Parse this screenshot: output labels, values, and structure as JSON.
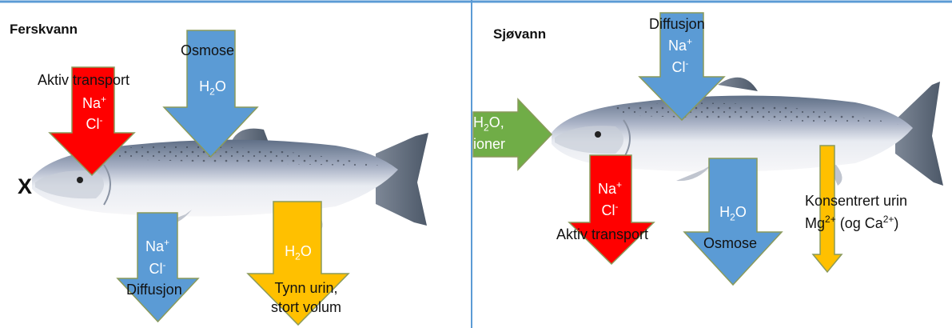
{
  "panels": {
    "freshwater": {
      "title": "Ferskvann",
      "active": {
        "label": "Aktiv transport",
        "ion1": "Na",
        "ion1_sup": "+",
        "ion2": "Cl",
        "ion2_sup": "-"
      },
      "osmosis": {
        "label": "Osmose",
        "h": "H",
        "sub": "2",
        "o": "O"
      },
      "diffusion": {
        "ion1": "Na",
        "ion1_sup": "+",
        "ion2": "Cl",
        "ion2_sup": "-",
        "label": "Diffusjon"
      },
      "urine": {
        "h": "H",
        "sub": "2",
        "o": "O",
        "line1": "Tynn urin,",
        "line2": "stort volum"
      },
      "mark": "X"
    },
    "seawater": {
      "title": "Sjøvann",
      "diffusion": {
        "label": "Diffusjon",
        "ion1": "Na",
        "ion1_sup": "+",
        "ion2": "Cl",
        "ion2_sup": "-"
      },
      "drink": {
        "h": "H",
        "sub": "2",
        "o": "O,",
        "line2": "ioner"
      },
      "active": {
        "ion1": "Na",
        "ion1_sup": "+",
        "ion2": "Cl",
        "ion2_sup": "-",
        "label": "Aktiv transport"
      },
      "osmosis": {
        "h": "H",
        "sub": "2",
        "o": "O",
        "label": "Osmose"
      },
      "urine": {
        "line1": "Konsentrert urin",
        "mg": "Mg",
        "mg_sup": "2+",
        "paren_open": " (og Ca",
        "ca_sup": "2+",
        "paren_close": ")"
      }
    }
  },
  "colors": {
    "red": "#ff0000",
    "blue": "#5b9bd5",
    "orange": "#ffc000",
    "green": "#70ad47",
    "divider": "#5b9bd5",
    "arrow_border": "#8a9a5b"
  }
}
